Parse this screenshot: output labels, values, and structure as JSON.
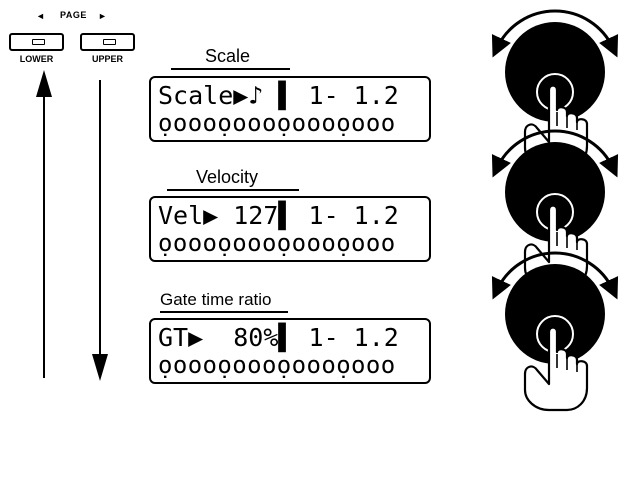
{
  "page_buttons": {
    "group_label": "PAGE",
    "left_arrow_glyph": "◄",
    "right_arrow_glyph": "►",
    "lower_caption": "LOWER",
    "upper_caption": "UPPER"
  },
  "screens": [
    {
      "title": "Scale",
      "line1": "Scale▶♪ ▌ 1- 1.2",
      "line2": "ọoooọoooọoooọooo"
    },
    {
      "title": "Velocity",
      "line1": "Vel▶ 127▌ 1- 1.2",
      "line2": "ọoooọoooọoooọooo"
    },
    {
      "title": "Gate time ratio",
      "line1": "GT▶  80%▌ 1- 1.2",
      "line2": "ọoooọoooọoooọooo"
    }
  ],
  "icons": {
    "dial": "rotary-dial-with-hand-icon",
    "arrow_up": "long-up-arrow-icon",
    "arrow_down": "long-down-arrow-icon"
  }
}
